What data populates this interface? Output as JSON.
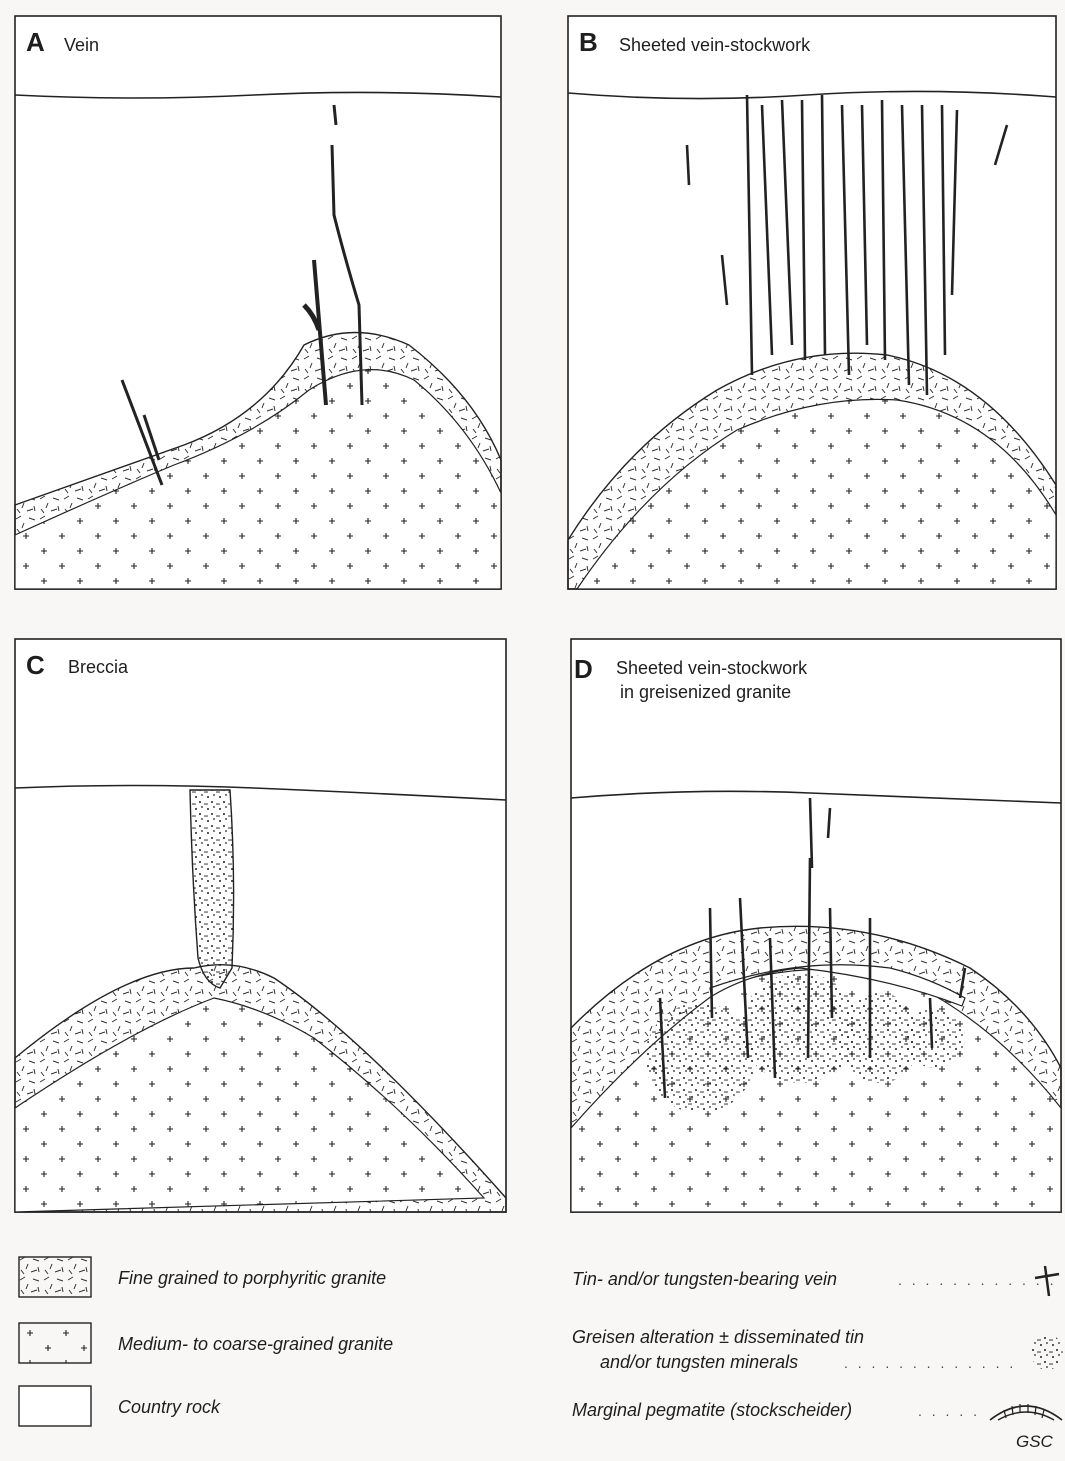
{
  "panels": [
    {
      "letter": "A",
      "title": "Vein"
    },
    {
      "letter": "B",
      "title": "Sheeted vein-stockwork"
    },
    {
      "letter": "C",
      "title": "Breccia"
    },
    {
      "letter": "D",
      "title_line1": "Sheeted vein-stockwork",
      "title_line2": "in greisenized granite"
    }
  ],
  "legend": {
    "fine_granite": "Fine grained to porphyritic granite",
    "coarse_granite": "Medium- to coarse-grained granite",
    "country_rock": "Country rock",
    "vein": "Tin- and/or tungsten-bearing vein",
    "greisen_line1": "Greisen alteration ± disseminated tin",
    "greisen_line2": "and/or tungsten minerals",
    "pegmatite": "Marginal pegmatite (stockscheider)"
  },
  "credit": "GSC"
}
